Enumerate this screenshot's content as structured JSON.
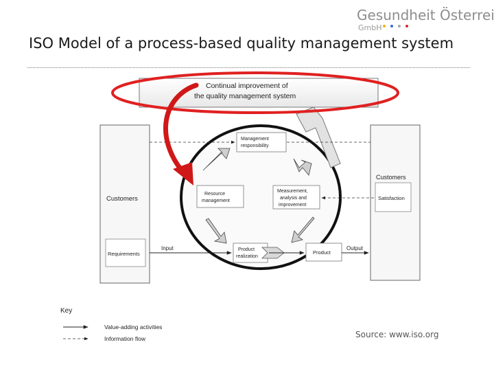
{
  "header": {
    "logo_main": "Gesundheit Österreich",
    "logo_sub": "GmbH",
    "logo_dot_colors": [
      "#f0b400",
      "#3a6bd6",
      "#a8a8a8",
      "#d42a2a"
    ],
    "title": "ISO Model of a process-based quality management system"
  },
  "diagram": {
    "improvement_line1": "Continual improvement of",
    "improvement_line2": "the quality management system",
    "left_customers": "Customers",
    "requirements": "Requirements",
    "input": "Input",
    "management_line1": "Management",
    "management_line2": "responsibility",
    "resource_line1": "Resource",
    "resource_line2": "management",
    "measurement_line1": "Measurement,",
    "measurement_line2": "analysis and",
    "measurement_line3": "improvement",
    "product_realization_line1": "Product",
    "product_realization_line2": "realization",
    "product": "Product",
    "output": "Output",
    "right_customers": "Customers",
    "satisfaction": "Satisfaction",
    "key_title": "Key",
    "key_value_adding": "Value-adding activities",
    "key_information_flow": "Information flow",
    "highlight_color": "#e02020"
  },
  "footer": {
    "source": "Source: www.iso.org"
  }
}
